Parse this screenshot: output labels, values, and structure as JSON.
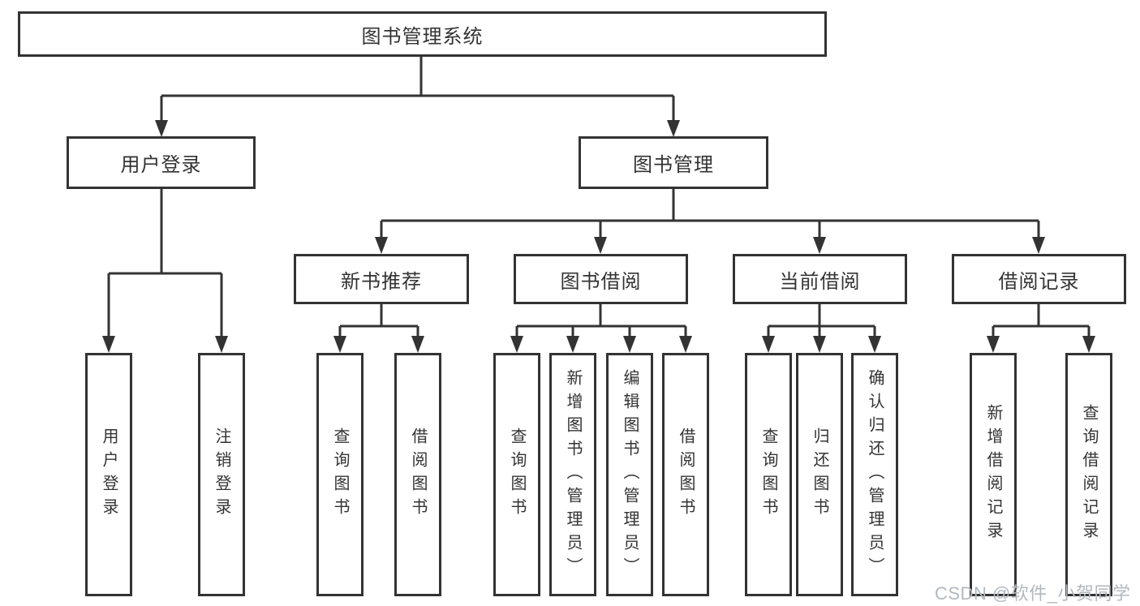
{
  "tree": {
    "root": "图书管理系统",
    "level2": [
      {
        "label": "用户登录",
        "children": [
          "用户登录",
          "注销登录"
        ]
      },
      {
        "label": "图书管理",
        "children": [
          {
            "label": "新书推荐",
            "children": [
              "查询图书",
              "借阅图书"
            ]
          },
          {
            "label": "图书借阅",
            "children": [
              "查询图书",
              "新增图书（管理员）",
              "编辑图书（管理员）",
              "借阅图书"
            ]
          },
          {
            "label": "当前借阅",
            "children": [
              "查询图书",
              "归还图书",
              "确认归还（管理员）"
            ]
          },
          {
            "label": "借阅记录",
            "children": [
              "新增借阅记录",
              "查询借阅记录"
            ]
          }
        ]
      }
    ]
  },
  "watermark": "CSDN @软件_小贺同学",
  "colors": {
    "line": "#333333",
    "text": "#333333",
    "watermark": "#b2b8bd",
    "background": "#ffffff"
  }
}
